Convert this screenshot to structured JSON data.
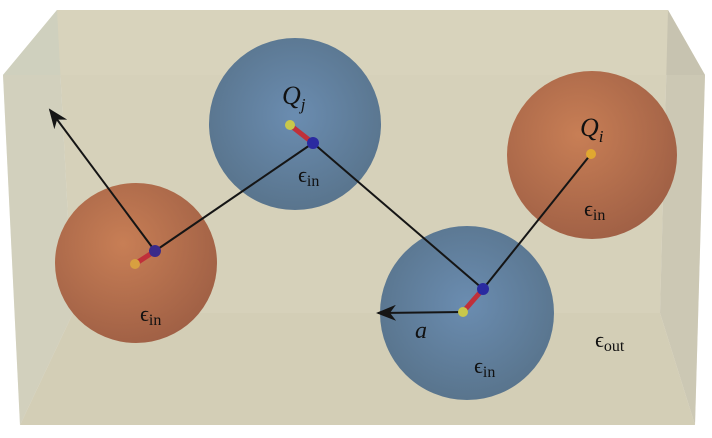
{
  "labels": {
    "charge_j": "Q",
    "charge_j_sub": "j",
    "charge_i": "Q",
    "charge_i_sub": "i",
    "eps_symbol": "ϵ",
    "eps_in_sub": "in",
    "eps_out_sub": "out",
    "radius": "a"
  },
  "colors": {
    "box": "#d3cdb4",
    "box_side": "#c9c6b2",
    "orange_sphere": "#b96a45",
    "blue_sphere": "#5b7f9f",
    "bond": "#c0303a",
    "bead_blue": "#2a2a9a",
    "bead_yellow": "#cfc040",
    "line": "#151515"
  }
}
